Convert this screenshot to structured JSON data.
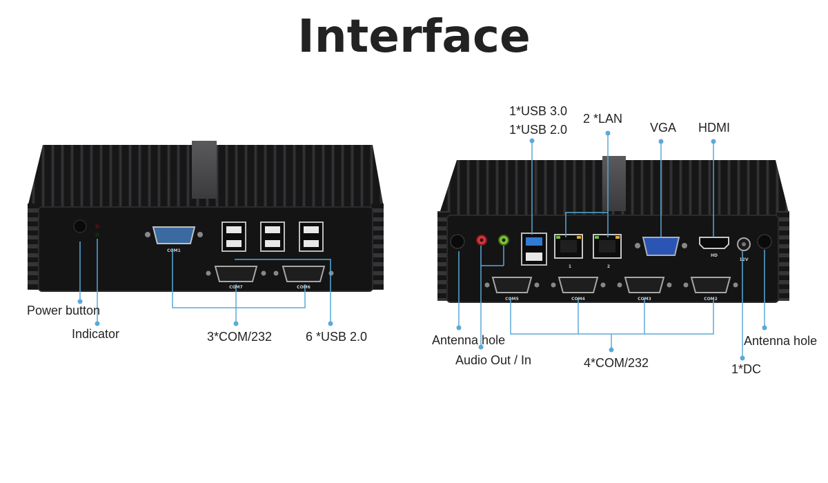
{
  "title": "Interface",
  "left_panel": {
    "callouts": {
      "power_button": "Power button",
      "indicator": "Indicator",
      "com": "3*COM/232",
      "usb": "6 *USB 2.0"
    },
    "port_marks": {
      "com1": "COM1",
      "com7": "COM7",
      "com6": "COM6"
    }
  },
  "right_panel": {
    "callouts": {
      "usb3": "1*USB 3.0",
      "usb2": "1*USB 2.0",
      "lan": "2 *LAN",
      "vga": "VGA",
      "hdmi": "HDMI",
      "antenna_left": "Antenna hole",
      "audio": "Audio Out / In",
      "com": "4*COM/232",
      "dc": "1*DC",
      "antenna_right": "Antenna hole"
    },
    "port_marks": {
      "com5": "COM5",
      "com4": "COM4",
      "com3": "COM3",
      "com2": "COM2",
      "lan1": "1",
      "lan2": "2",
      "hd": "HD",
      "dc_v": "12V"
    }
  },
  "colors": {
    "leader_line": "#5aa9d8",
    "chassis": "#1b1b1d",
    "fin": "#2a2a2c",
    "panel": "#141415",
    "vga_port": "#2b55b5",
    "usb3_port": "#2f7bd6",
    "audio_out": "#d8343d",
    "audio_in": "#7fbf3a",
    "com1_port": "#3a6aa0"
  }
}
